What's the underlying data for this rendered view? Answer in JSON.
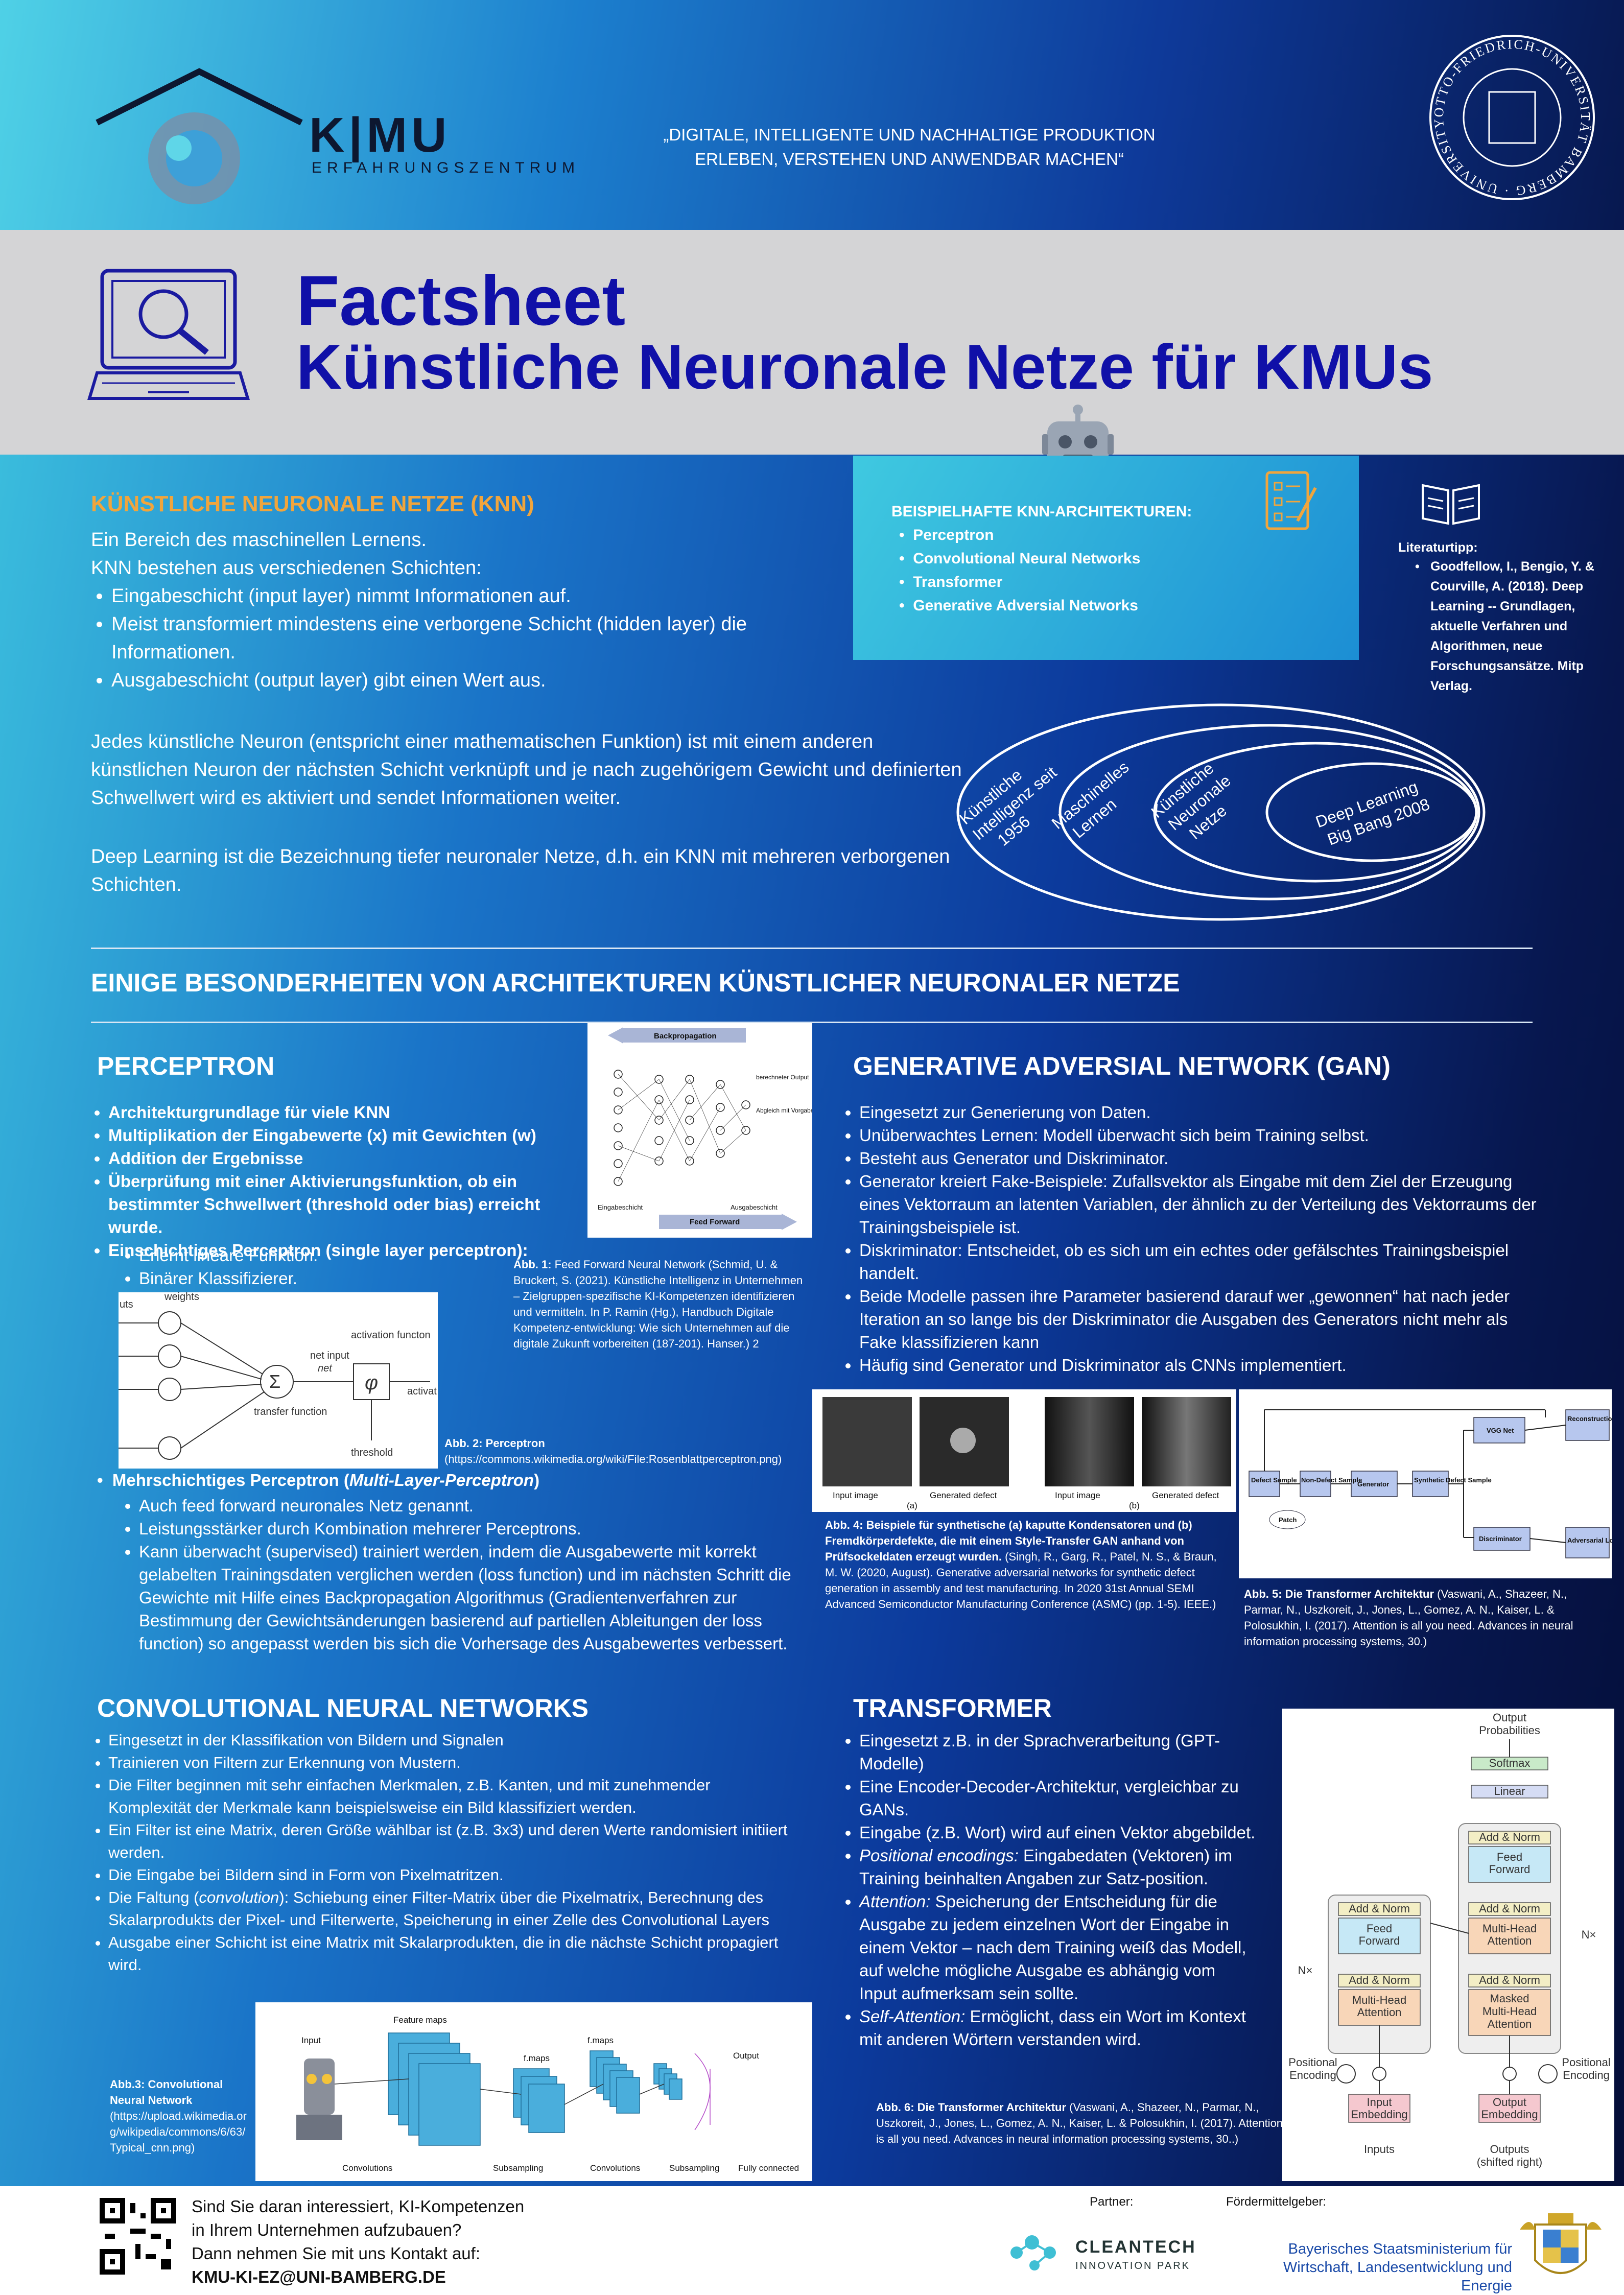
{
  "header": {
    "logo_main": "K|MU",
    "logo_sub": "ERFAHRUNGSZENTRUM",
    "slogan_1": "„DIGITALE, INTELLIGENTE UND NACHHALTIGE PRODUKTION",
    "slogan_2": "ERLEBEN, VERSTEHEN UND ANWENDBAR MACHEN“",
    "seal_text": "OTTO-FRIEDRICH-UNIVERSITÄT BAMBERG · UNIVERSITY OF BAMBERG"
  },
  "title": {
    "line1": "Factsheet",
    "line2": "Künstliche Neuronale Netze für KMUs"
  },
  "knn": {
    "heading": "KÜNSTLICHE NEURONALE NETZE (KNN)",
    "intro1": "Ein Bereich des maschinellen Lernens.",
    "intro2": "KNN bestehen aus verschiedenen Schichten:",
    "bullets": [
      "Eingabeschicht (input layer) nimmt Informationen auf.",
      "Meist transformiert mindestens eine verborgene Schicht (hidden layer) die Informationen.",
      "Ausgabeschicht (output layer) gibt einen Wert aus."
    ],
    "para2": "Jedes künstliche Neuron (entspricht einer mathematischen Funktion) ist mit einem anderen künstlichen Neuron der nächsten Schicht verknüpft und je nach zugehörigem Gewicht und definierten Schwellwert wird es aktiviert und sendet Informationen weiter.",
    "para3": "Deep Learning ist die Bezeichnung tiefer neuronaler Netze, d.h. ein KNN mit mehreren verborgenen Schichten."
  },
  "architectures": {
    "heading": "BEISPIELHAFTE KNN-ARCHITEKTUREN:",
    "items": [
      "Perceptron",
      "Convolutional Neural Networks",
      "Transformer",
      "Generative Adversial Networks"
    ]
  },
  "literature": {
    "heading": "Literaturtipp:",
    "text": "Goodfellow, I., Bengio, Y. & Courville, A. (2018). Deep Learning -- Grundlagen, aktuelle Verfahren und Algorithmen, neue Forschungsansätze. Mitp Verlag."
  },
  "ellipses": {
    "e1a": "Künstliche",
    "e1b": "Intelligenz seit",
    "e1c": "1956",
    "e2a": "Maschinelles",
    "e2b": "Lernen",
    "e3a": "Künstliche",
    "e3b": "Neuronale",
    "e3c": "Netze",
    "e4a": "Deep Learning",
    "e4b": "Big Bang 2008"
  },
  "special_heading": "EINIGE BESONDERHEITEN VON ARCHITEKTUREN KÜNSTLICHER NEURONALER NETZE",
  "perceptron": {
    "heading": "PERCEPTRON",
    "bullets": [
      "Architekturgrundlage für viele KNN",
      "Multiplikation der Eingabewerte (x) mit Gewichten (w)",
      "Addition der Ergebnisse",
      "Überprüfung mit einer Aktivierungsfunktion, ob ein bestimmter Schwellwert (threshold oder bias) erreicht wurde.",
      "Einschichtiges Perceptron (single layer perceptron):"
    ],
    "sub1": [
      "Erlernt lineare Funktion.",
      "Binärer Klassifizierer."
    ],
    "multi_a": "Mehrschichtiges Perceptron (",
    "multi_b": "Multi-Layer-Perceptron",
    "multi_c": ")",
    "sub2": [
      "Auch feed forward neuronales Netz genannt.",
      "Leistungsstärker durch Kombination mehrerer Perceptrons.",
      "Kann überwacht (supervised) trainiert werden, indem die Ausgabewerte mit korrekt gelabelten Trainingsdaten verglichen werden (loss function) und im nächsten Schritt die Gewichte mit Hilfe eines Backpropagation Algorithmus (Gradientenverfahren zur Bestimmung der Gewichtsänderungen basierend auf partiellen Ableitungen der loss function) so angepasst werden bis sich die Vorhersage des Ausgabewertes verbessert."
    ],
    "fig1_caption_b": "Abb. 1:",
    "fig1_caption": " Feed Forward Neural Network (Schmid, U. & Bruckert, S. (2021). Künstliche Intelligenz in Unternehmen – Zielgruppen-spezifische KI-Kompetenzen identifizieren und vermitteln. In P. Ramin (Hg.), Handbuch Digitale Kompetenz-entwicklung: Wie sich Unternehmen auf die digitale Zukunft vorbereiten (187-201). Hanser.) 2",
    "fig2_caption_b": "Abb. 2: Perceptron",
    "fig2_caption": "(https://commons.wikimedia.org/wiki/File:Rosenblattperceptron.png)",
    "fig1_labels": {
      "backprop": "Backpropagation",
      "feedforward": "Feed Forward",
      "input": "Eingabeschicht",
      "output": "Ausgabeschicht",
      "calc": "berechneter Output",
      "compare": "Abgleich mit Vorgabe"
    },
    "fig2_labels": {
      "inputs": "uts",
      "weights": "weights",
      "net": "net input",
      "net_sym": "net",
      "transfer": "transfer function",
      "activation": "activation functon",
      "threshold": "threshold",
      "activ": "activat",
      "phi": "φ",
      "sigma": "Σ"
    }
  },
  "gan": {
    "heading": "GENERATIVE ADVERSIAL NETWORK (GAN)",
    "bullets": [
      "Eingesetzt zur Generierung von Daten.",
      "Unüberwachtes Lernen: Modell überwacht sich beim Training selbst.",
      "Besteht aus Generator und Diskriminator.",
      "Generator kreiert Fake-Beispiele: Zufallsvektor als Eingabe mit dem Ziel der Erzeugung eines Vektorraum an latenten Variablen, der ähnlich zu der Verteilung des Vektorraums der Trainingsbeispiele ist.",
      "Diskriminator: Entscheidet, ob es sich um ein echtes oder gefälschtes Trainingsbeispiel handelt.",
      "Beide Modelle passen ihre Parameter basierend darauf wer „gewonnen“ hat nach jeder Iteration an so lange bis der Diskriminator die Ausgaben des Generators nicht mehr als Fake klassifizieren kann",
      "Häufig sind Generator und Diskriminator als CNNs implementiert."
    ],
    "fig4_caption_b": "Abb. 4: Beispiele für synthetische (a) kaputte Kondensatoren und (b) Fremdkörperdefekte, die mit einem Style-Transfer GAN anhand von Prüfsockeldaten erzeugt wurden.",
    "fig4_caption": " (Singh, R., Garg, R., Patel, N. S., & Braun, M. W. (2020, August). Generative adversarial networks for synthetic defect generation in assembly and test manufacturing. In 2020 31st Annual SEMI Advanced Semiconductor Manufacturing Conference (ASMC) (pp. 1-5). IEEE.)",
    "fig4_labels": {
      "input1": "Input image",
      "gen1": "Generated defect",
      "a": "(a)",
      "input2": "Input image",
      "gen2": "Generated defect",
      "b": "(b)"
    },
    "fig5_caption_b": "Abb. 5: Die Transformer Architektur",
    "fig5_caption": " (Vaswani, A., Shazeer, N., Parmar, N., Uszkoreit, J., Jones, L., Gomez, A. N., Kaiser, L. & Polosukhin, I. (2017). Attention is all you need. Advances in neural information processing systems, 30.)",
    "fig5_labels": {
      "defect": "Defect Sample",
      "nondefect": "Non-Defect Sample",
      "generator": "Generator",
      "synthetic": "Synthetic Defect Sample",
      "vgg": "VGG Net",
      "recon": "Reconstruction Loss + Style Loss",
      "disc": "Discriminator",
      "adv": "Adversarial Loss",
      "patch": "Patch"
    }
  },
  "cnn": {
    "heading": "CONVOLUTIONAL NEURAL NETWORKS",
    "bullets": [
      "Eingesetzt in der Klassifikation von Bildern und Signalen",
      "Trainieren von Filtern zur Erkennung von Mustern.",
      "Die Filter beginnen mit sehr einfachen Merkmalen, z.B. Kanten, und mit zunehmender Komplexität der Merkmale kann beispielsweise ein Bild klassifiziert werden.",
      "Ein Filter ist eine Matrix, deren Größe wählbar ist (z.B. 3x3) und deren Werte randomisiert initiiert werden.",
      "Die Eingabe bei Bildern sind in Form von Pixelmatritzen."
    ],
    "conv_a": "Die Faltung (",
    "conv_b": "convolution",
    "conv_c": "): Schiebung einer Filter-Matrix über die Pixelmatrix, Berechnung des Skalarprodukts der Pixel- und Filterwerte, Speicherung in einer Zelle des Convolutional Layers",
    "last": "Ausgabe einer Schicht ist eine Matrix mit Skalarprodukten, die in die nächste Schicht propagiert wird.",
    "fig3_caption_b": "Abb.3: Convolutional Neural Network",
    "fig3_caption": "(https://upload.wikimedia.org/wikipedia/commons/6/63/Typical_cnn.png)",
    "fig3_labels": {
      "input": "Input",
      "fmaps": "Feature maps",
      "fmaps2": "f.maps",
      "fmaps3": "f.maps",
      "output": "Output",
      "conv1": "Convolutions",
      "sub1": "Subsampling",
      "conv2": "Convolutions",
      "sub2": "Subsampling",
      "fc": "Fully connected"
    }
  },
  "transformer": {
    "heading": "TRANSFORMER",
    "b1": "Eingesetzt z.B. in der Sprachverarbeitung (GPT-Modelle)",
    "b2": "Eine Encoder-Decoder-Architektur, vergleichbar zu GANs.",
    "b3": "Eingabe (z.B. Wort) wird auf einen Vektor abgebildet.",
    "b4_i": "Positional encodings:",
    "b4": " Eingabedaten (Vektoren) im Training beinhalten Angaben zur Satz-position.",
    "b5_i": "Attention:",
    "b5": " Speicherung der Entscheidung für die Ausgabe zu jedem einzelnen Wort der Eingabe in einem Vektor – nach dem Training weiß das Modell, auf welche mögliche Ausgabe es abhängig vom Input aufmerksam sein sollte.",
    "b6_i": "Self-Attention:",
    "b6": " Ermöglicht, dass ein Wort im Kontext mit anderen Wörtern verstanden wird.",
    "fig6_caption_b": "Abb. 6: Die Transformer Architektur",
    "fig6_caption": " (Vaswani, A., Shazeer, N., Parmar, N., Uszkoreit, J., Jones, L., Gomez, A. N., Kaiser, L. & Polosukhin, I. (2017). Attention is all you need. Advances in neural information processing systems, 30..)",
    "fig6_labels": {
      "out_prob": "Output",
      "out_prob2": "Probabilities",
      "softmax": "Softmax",
      "linear": "Linear",
      "addnorm": "Add & Norm",
      "ff": "Feed",
      "ff2": "Forward",
      "mha": "Multi-Head",
      "mha2": "Attention",
      "masked": "Masked",
      "nx": "N×",
      "pos": "Positional",
      "pos2": "Encoding",
      "in_emb": "Input",
      "in_emb2": "Embedding",
      "out_emb": "Output",
      "out_emb2": "Embedding",
      "inputs": "Inputs",
      "outputs": "Outputs",
      "shifted": "(shifted right)"
    }
  },
  "footer": {
    "cta1": "Sind Sie daran interessiert, KI-Kompetenzen",
    "cta2": "in Ihrem Unternehmen aufzubauen?",
    "cta3": "Dann nehmen Sie mit uns Kontakt auf:",
    "email": "KMU-KI-EZ@UNI-BAMBERG.DE",
    "partner_label": "Partner:",
    "funder_label": "Fördermittelgeber:",
    "partner1": "CLEANTECH",
    "partner2": "INNOVATION PARK",
    "funder1": "Bayerisches Staatsministerium für",
    "funder2": "Wirtschaft, Landesentwicklung und Energie"
  }
}
